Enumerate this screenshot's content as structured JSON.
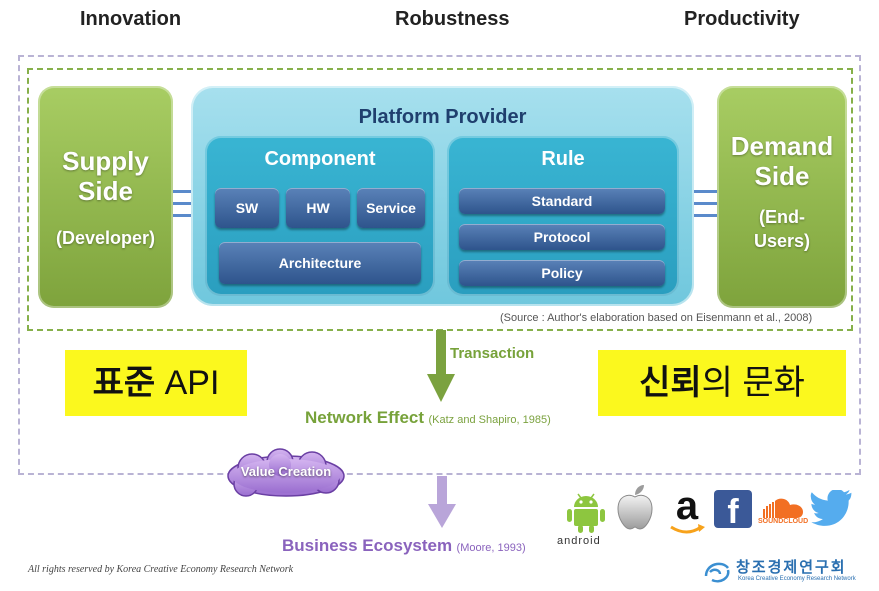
{
  "headers": {
    "innovation": "Innovation",
    "robustness": "Robustness",
    "productivity": "Productivity"
  },
  "supply": {
    "title_line1": "Supply",
    "title_line2": "Side",
    "subtitle": "(Developer)"
  },
  "demand": {
    "title_line1": "Demand",
    "title_line2": "Side",
    "subtitle_line1": "(End-",
    "subtitle_line2": "Users)"
  },
  "platform": {
    "title": "Platform Provider",
    "component": {
      "title": "Component",
      "items": [
        "SW",
        "HW",
        "Service"
      ],
      "architecture": "Architecture"
    },
    "rule": {
      "title": "Rule",
      "items": [
        "Standard",
        "Protocol",
        "Policy"
      ]
    }
  },
  "source_note": "(Source : Author's elaboration based on Eisenmann et al., 2008)",
  "transaction": "Transaction",
  "network_effect": {
    "label": "Network Effect",
    "citation": "(Katz and Shapiro, 1985)"
  },
  "korean_left": {
    "bold": "표준",
    "rest": " API"
  },
  "korean_right": {
    "bold": "신뢰",
    "rest": "의 문화"
  },
  "value_creation": "Value Creation",
  "business_ecosystem": {
    "label": "Business Ecosystem",
    "citation": "(Moore, 1993)"
  },
  "logos": {
    "android_text": "android",
    "amazon": "a",
    "facebook": "f",
    "soundcloud": "SOUNDCLOUD"
  },
  "org_logo": {
    "name": "창조경제연구회",
    "subtitle": "Korea Creative Economy Research Network"
  },
  "footer": "All rights reserved by Korea Creative Economy Research Network",
  "colors": {
    "green": "#86b04a",
    "teal": "#39b5d3",
    "navy": "#2e548c",
    "yellow": "#fbf81e",
    "purple": "#b9a5d9"
  }
}
